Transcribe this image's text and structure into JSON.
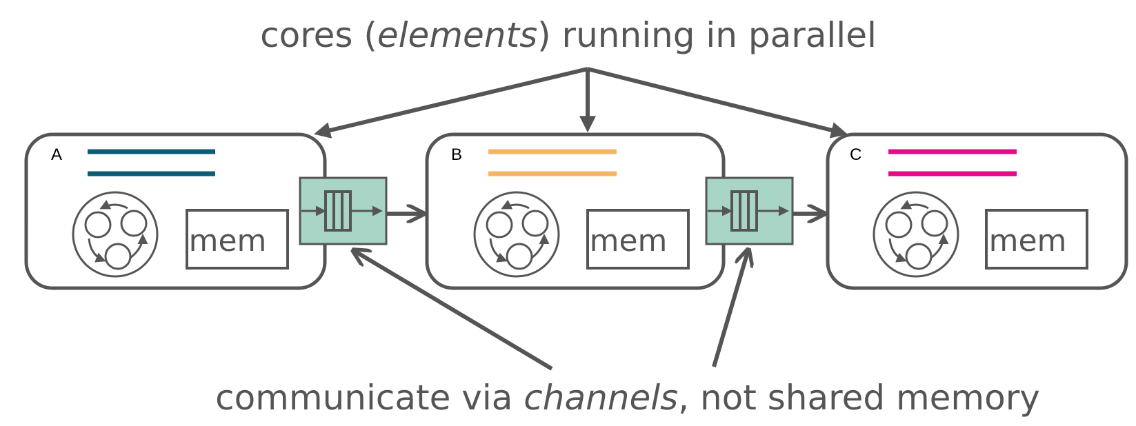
{
  "title": {
    "before": "cores (",
    "emphasis": "elements",
    "after": ") running in parallel"
  },
  "caption": {
    "before": "communicate via ",
    "emphasis": "channels",
    "after": ", not shared memory"
  },
  "cores": [
    {
      "label": "A",
      "mem_label": "mem",
      "line_color": "#0d5c75"
    },
    {
      "label": "B",
      "mem_label": "mem",
      "line_color": "#f6b565"
    },
    {
      "label": "C",
      "mem_label": "mem",
      "line_color": "#e30b8c"
    }
  ],
  "colors": {
    "stroke": "#555555",
    "channel_fill": "#a8d5c5"
  },
  "icons": [
    "process-cycle-icon",
    "channel-queue-icon"
  ]
}
